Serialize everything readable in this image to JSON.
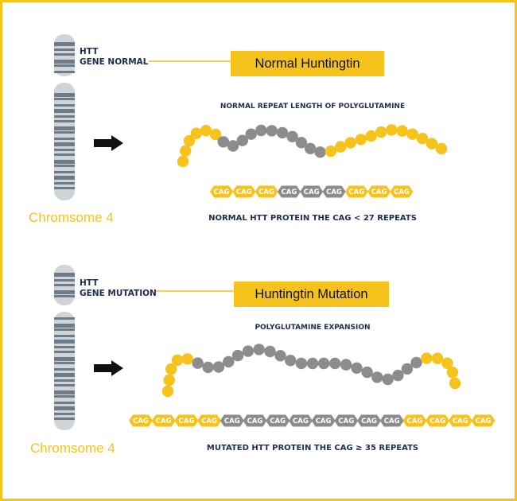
{
  "colors": {
    "border": "#f6c21c",
    "yellow": "#f6c21c",
    "gray": "#8c8c8c",
    "navy": "#1f2d4e"
  },
  "normal": {
    "gene_label_line1": "HTT",
    "gene_label_line2": "GENE NORMAL",
    "title": "Normal Huntingtin",
    "subtitle": "NORMAL REPEAT LENGTH OF POLYGLUTAMINE",
    "chromosome_caption": "Chromsome 4",
    "arrow_icon": "right-arrow-icon",
    "beads": [
      "y",
      "y",
      "y",
      "y",
      "y",
      "y",
      "g",
      "g",
      "g",
      "g",
      "g",
      "g",
      "g",
      "g",
      "g",
      "g",
      "g",
      "y",
      "y",
      "y",
      "y",
      "y",
      "y",
      "y",
      "y",
      "y",
      "y",
      "y",
      "y"
    ],
    "cag_label": "CAG",
    "cag_codons": [
      "y",
      "y",
      "y",
      "g",
      "g",
      "g",
      "y",
      "y",
      "y"
    ],
    "caption": "NORMAL HTT PROTEIN THE CAG < 27 REPEATS"
  },
  "mutation": {
    "gene_label_line1": "HTT",
    "gene_label_line2": "GENE MUTATION",
    "title": "Huntingtin Mutation",
    "subtitle": "POLYGLUTAMINE EXPANSION",
    "chromosome_caption": "Chromsome 4",
    "arrow_icon": "right-arrow-icon",
    "beads": [
      "y",
      "y",
      "y",
      "y",
      "y",
      "g",
      "g",
      "g",
      "g",
      "g",
      "g",
      "g",
      "g",
      "g",
      "g",
      "g",
      "g",
      "g",
      "g",
      "g",
      "g",
      "g",
      "g",
      "g",
      "g",
      "g",
      "g",
      "y",
      "y",
      "y",
      "y",
      "y"
    ],
    "cag_label": "CAG",
    "cag_codons": [
      "y",
      "y",
      "y",
      "y",
      "g",
      "g",
      "g",
      "g",
      "g",
      "g",
      "g",
      "g",
      "y",
      "y",
      "y",
      "y"
    ],
    "caption": "MUTATED HTT PROTEIN THE CAG ≥ 35  REPEATS"
  }
}
